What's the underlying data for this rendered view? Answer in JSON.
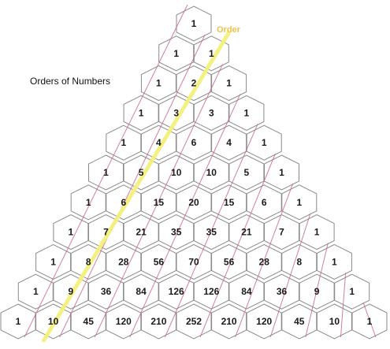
{
  "diagram": {
    "caption": "Orders of Numbers",
    "order_label": "Order",
    "rows": [
      [
        1
      ],
      [
        1,
        1
      ],
      [
        1,
        2,
        1
      ],
      [
        1,
        3,
        3,
        1
      ],
      [
        1,
        4,
        6,
        4,
        1
      ],
      [
        1,
        5,
        10,
        10,
        5,
        1
      ],
      [
        1,
        6,
        15,
        20,
        15,
        6,
        1
      ],
      [
        1,
        7,
        21,
        35,
        35,
        21,
        7,
        1
      ],
      [
        1,
        8,
        28,
        56,
        70,
        56,
        28,
        8,
        1
      ],
      [
        1,
        9,
        36,
        84,
        126,
        126,
        84,
        36,
        9,
        1
      ],
      [
        1,
        10,
        45,
        120,
        210,
        252,
        210,
        120,
        45,
        10,
        1
      ]
    ],
    "colors": {
      "order_highlight": "#f4f07c",
      "order_label": "#f2c14e",
      "diagonal_lines": "#c86a8a",
      "cell_border": "#8a8a8a"
    }
  }
}
